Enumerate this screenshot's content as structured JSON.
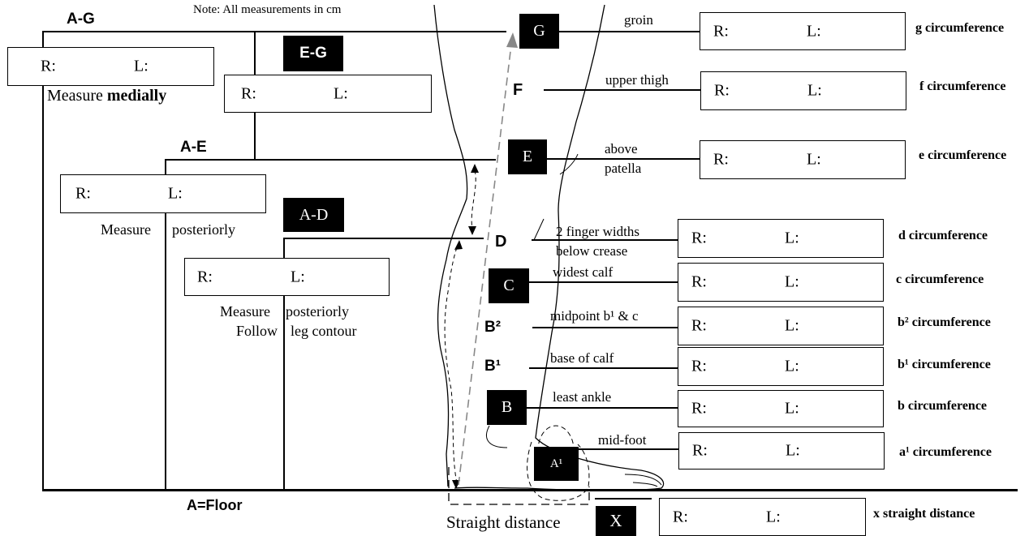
{
  "note": "Note: All measurements in cm",
  "box_r": "R:",
  "box_l": "L:",
  "floor": "A=Floor",
  "straight_distance_caption": "Straight distance",
  "medial": {
    "label": "A-G",
    "measure": "Measure ",
    "measure_bold": "medially"
  },
  "eg": {
    "label": "E-G"
  },
  "ae": {
    "label": "A-E",
    "measure_1": "Measure",
    "measure_2": "posteriorly"
  },
  "ad": {
    "label": "A-D",
    "measure_1": "Measure",
    "measure_2": "posteriorly",
    "follow_1": "Follow",
    "follow_2": "leg contour"
  },
  "points": [
    {
      "marker": "G",
      "style": "box",
      "landmark": "groin",
      "circumference": "g circumference"
    },
    {
      "marker": "F",
      "style": "text",
      "landmark": "upper thigh",
      "circumference": "f circumference"
    },
    {
      "marker": "E",
      "style": "box",
      "landmark_1": "above",
      "landmark_2": "patella",
      "circumference": "e circumference"
    },
    {
      "marker": "D",
      "style": "text",
      "landmark_1": "2 finger widths",
      "landmark_2": "below crease",
      "circumference": "d circumference"
    },
    {
      "marker": "C",
      "style": "box",
      "landmark": "widest calf",
      "circumference": "c circumference"
    },
    {
      "marker": "B²",
      "style": "text",
      "landmark": "midpoint b¹ & c",
      "circumference": "b² circumference"
    },
    {
      "marker": "B¹",
      "style": "text",
      "landmark": "base of calf",
      "circumference": "b¹ circumference"
    },
    {
      "marker": "B",
      "style": "box",
      "landmark": "least ankle",
      "circumference": "b circumference"
    },
    {
      "marker": "A¹",
      "style": "box",
      "landmark": "mid-foot",
      "circumference": "a¹ circumference"
    },
    {
      "marker": "X",
      "style": "box",
      "landmark": "",
      "circumference": "x straight distance"
    }
  ]
}
